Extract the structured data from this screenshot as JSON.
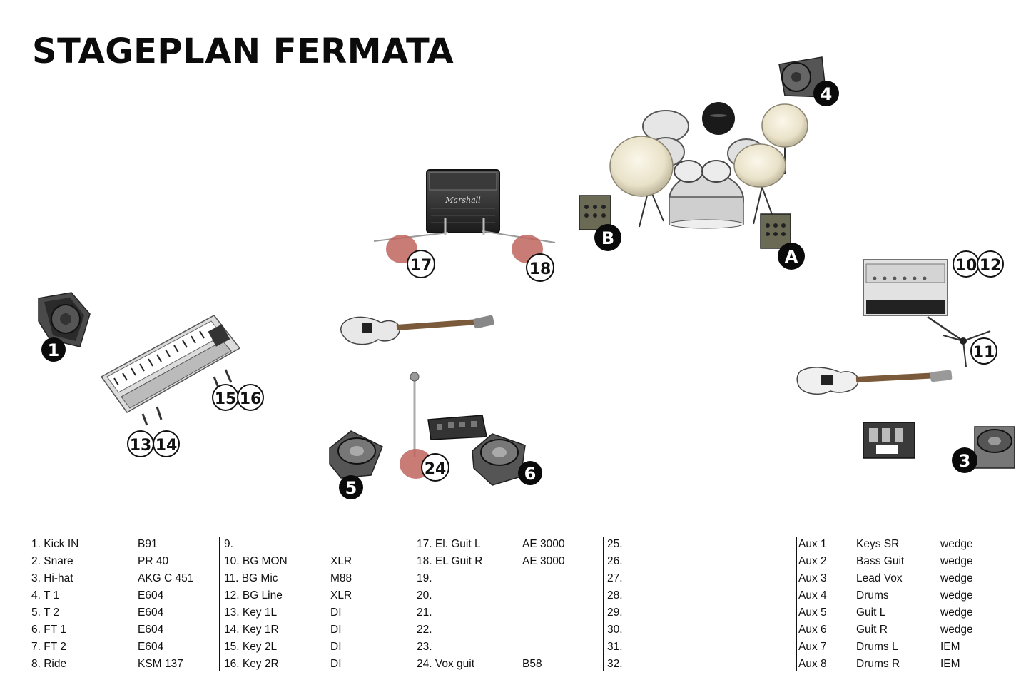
{
  "title": "STAGEPLAN FERMATA",
  "labels": {
    "b1": "1",
    "b3": "3",
    "b4": "4",
    "b5": "5",
    "b6": "6",
    "bA": "A",
    "bB": "B",
    "c17": "17",
    "c18": "18",
    "c10": "10",
    "c12": "12",
    "c11": "11",
    "c15": "15",
    "c16": "16",
    "c13": "13",
    "c14": "14",
    "c24": "24",
    "amp_brand": "Marshall"
  },
  "inputs_1": [
    {
      "ch": "1. Kick IN",
      "mic": "B91"
    },
    {
      "ch": "2. Snare",
      "mic": "PR 40"
    },
    {
      "ch": "3. Hi-hat",
      "mic": "AKG C 451"
    },
    {
      "ch": "4. T 1",
      "mic": "E604"
    },
    {
      "ch": "5. T 2",
      "mic": "E604"
    },
    {
      "ch": "6. FT 1",
      "mic": "E604"
    },
    {
      "ch": "7. FT 2",
      "mic": "E604"
    },
    {
      "ch": "8. Ride",
      "mic": "KSM 137"
    }
  ],
  "inputs_2": [
    {
      "ch": "9.",
      "mic": ""
    },
    {
      "ch": "10. BG MON",
      "mic": "XLR"
    },
    {
      "ch": "11. BG Mic",
      "mic": "M88"
    },
    {
      "ch": "12. BG Line",
      "mic": "XLR"
    },
    {
      "ch": "13. Key 1L",
      "mic": "DI"
    },
    {
      "ch": "14. Key 1R",
      "mic": "DI"
    },
    {
      "ch": "15. Key 2L",
      "mic": "DI"
    },
    {
      "ch": "16. Key 2R",
      "mic": "DI"
    }
  ],
  "inputs_3": [
    {
      "ch": "17. El. Guit L",
      "mic": "AE 3000"
    },
    {
      "ch": "18. EL Guit R",
      "mic": "AE 3000"
    },
    {
      "ch": "19.",
      "mic": ""
    },
    {
      "ch": "20.",
      "mic": ""
    },
    {
      "ch": "21.",
      "mic": ""
    },
    {
      "ch": "22.",
      "mic": ""
    },
    {
      "ch": "23.",
      "mic": ""
    },
    {
      "ch": "24. Vox guit",
      "mic": "B58"
    }
  ],
  "inputs_4": [
    {
      "ch": "25."
    },
    {
      "ch": "26."
    },
    {
      "ch": "27."
    },
    {
      "ch": "28."
    },
    {
      "ch": "29."
    },
    {
      "ch": "30."
    },
    {
      "ch": "31."
    },
    {
      "ch": "32."
    }
  ],
  "aux": [
    {
      "aux": "Aux 1",
      "dest": "Keys SR",
      "type": "wedge"
    },
    {
      "aux": "Aux 2",
      "dest": "Bass Guit",
      "type": "wedge"
    },
    {
      "aux": "Aux 3",
      "dest": "Lead Vox",
      "type": "wedge"
    },
    {
      "aux": "Aux 4",
      "dest": "Drums",
      "type": "wedge"
    },
    {
      "aux": "Aux 5",
      "dest": "Guit L",
      "type": "wedge"
    },
    {
      "aux": "Aux 6",
      "dest": "Guit R",
      "type": "wedge"
    },
    {
      "aux": "Aux 7",
      "dest": "Drums L",
      "type": "IEM"
    },
    {
      "aux": "Aux 8",
      "dest": "Drums R",
      "type": "IEM"
    }
  ]
}
